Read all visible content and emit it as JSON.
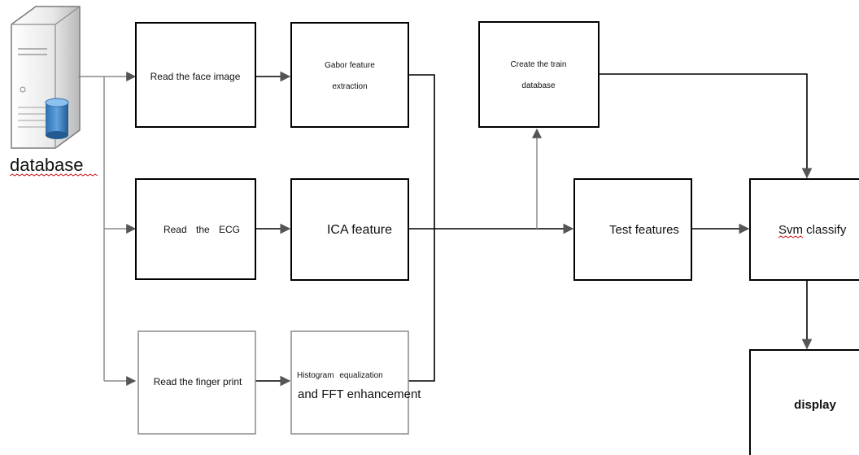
{
  "diagram": {
    "database_label": "database",
    "nodes": {
      "face": "Read the face image",
      "gabor_line1": "Gabor feature",
      "gabor_line2": "extraction",
      "train_line1": "Create the train",
      "train_line2": "database",
      "ecg": "Read the ECG",
      "ica": "ICA feature",
      "test": "Test features",
      "svm": "Svm classify",
      "finger": "Read the finger print",
      "hist_line1": "Histogram equalization",
      "hist_line2": "and FFT enhancement",
      "display": "display"
    }
  }
}
